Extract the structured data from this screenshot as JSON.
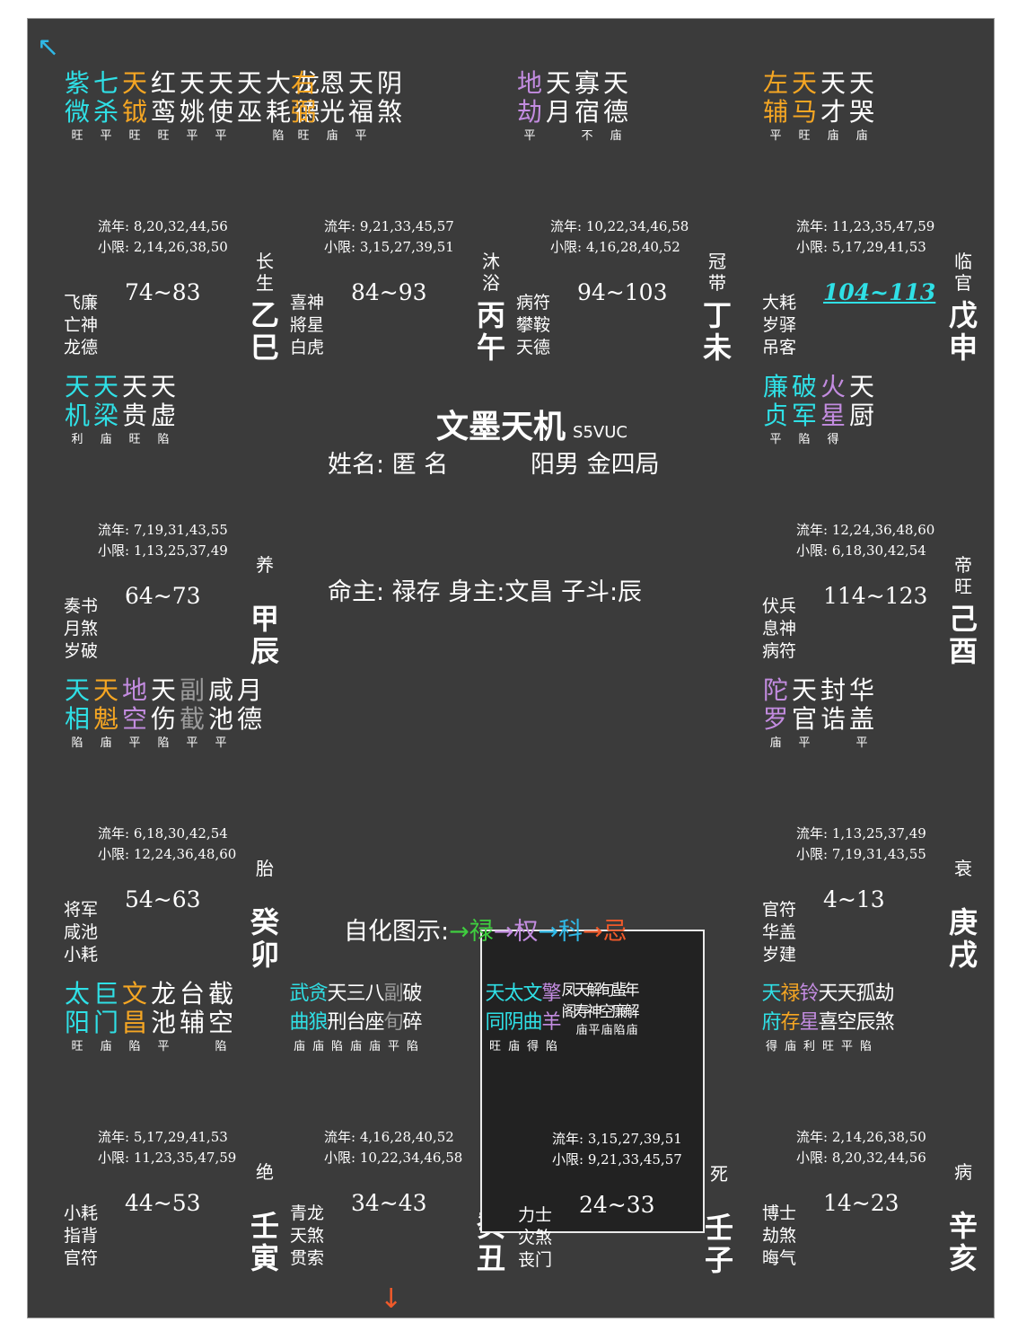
{
  "colors": {
    "background": "#3b3b3b",
    "cyan": "#2fe0e6",
    "orange": "#f5a623",
    "purple": "#c38ce0",
    "yellow": "#f2d13a",
    "gray": "#9b9b9b",
    "white": "#ffffff",
    "lu": "#3fce3f",
    "quan": "#c38ce0",
    "ke": "#2fb8e6",
    "ji": "#f05a2a"
  },
  "center": {
    "title": "文墨天机",
    "code": "S5VUC",
    "name_line": "姓名: 匿 名",
    "gender_line": "阳男 金四局",
    "master_line": "命主: 禄存 身主:文昌 子斗:辰",
    "legend_label": "自化图示:",
    "legend": [
      {
        "text": "→禄",
        "color": "#3fce3f"
      },
      {
        "text": "→权",
        "color": "#c38ce0"
      },
      {
        "text": "→科",
        "color": "#2fb8e6"
      },
      {
        "text": "→忌",
        "color": "#f05a2a"
      }
    ]
  },
  "arrows": {
    "top": "↖",
    "bottom": "↓"
  },
  "palaces": [
    {
      "size": "lg",
      "stars": [
        {
          "n": "紫微",
          "s": "旺",
          "c": "cyan"
        },
        {
          "n": "七杀",
          "s": "平",
          "c": "cyan"
        },
        {
          "n": "天钺",
          "s": "旺",
          "c": "orange"
        },
        {
          "n": "红鸾",
          "s": "旺",
          "c": "white"
        },
        {
          "n": "天姚",
          "s": "平",
          "c": "white"
        },
        {
          "n": "天使",
          "s": "平",
          "c": "white"
        },
        {
          "n": "天巫",
          "s": "",
          "c": "white"
        },
        {
          "n": "大耗",
          "s": "陷",
          "c": "white"
        },
        {
          "n": "龙德",
          "s": "",
          "c": "white"
        }
      ],
      "liunian": "流年: 8,20,32,44,56",
      "xiaoxian": "小限: 2,14,26,38,50",
      "life": "74~83",
      "gods": [
        "飞廉",
        "亡神",
        "龙德"
      ],
      "stage": "长生",
      "ganzhi": "乙巳"
    },
    {
      "size": "lg",
      "stars": [
        {
          "n": "右弼",
          "s": "旺",
          "c": "orange"
        },
        {
          "n": "恩光",
          "s": "庙",
          "c": "white"
        },
        {
          "n": "天福",
          "s": "平",
          "c": "white"
        },
        {
          "n": "阴煞",
          "s": "",
          "c": "white"
        }
      ],
      "liunian": "流年: 9,21,33,45,57",
      "xiaoxian": "小限: 3,15,27,39,51",
      "life": "84~93",
      "gods": [
        "喜神",
        "將星",
        "白虎"
      ],
      "stage": "沐浴",
      "ganzhi": "丙午"
    },
    {
      "size": "lg",
      "stars": [
        {
          "n": "地劫",
          "s": "平",
          "c": "purple"
        },
        {
          "n": "天月",
          "s": "",
          "c": "white"
        },
        {
          "n": "寡宿",
          "s": "不",
          "c": "white"
        },
        {
          "n": "天德",
          "s": "庙",
          "c": "white"
        }
      ],
      "liunian": "流年: 10,22,34,46,58",
      "xiaoxian": "小限: 4,16,28,40,52",
      "life": "94~103",
      "gods": [
        "病符",
        "攀鞍",
        "天德"
      ],
      "stage": "冠带",
      "ganzhi": "丁未"
    },
    {
      "size": "lg",
      "stars": [
        {
          "n": "左辅",
          "s": "平",
          "c": "orange"
        },
        {
          "n": "天马",
          "s": "旺",
          "c": "orange"
        },
        {
          "n": "天才",
          "s": "庙",
          "c": "white"
        },
        {
          "n": "天哭",
          "s": "庙",
          "c": "white"
        }
      ],
      "liunian": "流年: 11,23,35,47,59",
      "xiaoxian": "小限: 5,17,29,41,53",
      "life": "104~113",
      "life_highlight": true,
      "gods": [
        "大耗",
        "岁驿",
        "吊客"
      ],
      "stage": "临官",
      "ganzhi": "戊申"
    },
    {
      "size": "lg",
      "stars": [
        {
          "n": "天机",
          "s": "利",
          "c": "cyan"
        },
        {
          "n": "天梁",
          "s": "庙",
          "c": "cyan"
        },
        {
          "n": "天贵",
          "s": "旺",
          "c": "white"
        },
        {
          "n": "天虚",
          "s": "陷",
          "c": "white"
        }
      ],
      "liunian": "流年: 7,19,31,43,55",
      "xiaoxian": "小限: 1,13,25,37,49",
      "life": "64~73",
      "gods": [
        "奏书",
        "月煞",
        "岁破"
      ],
      "stage": "养",
      "ganzhi": "甲辰"
    },
    {
      "size": "lg",
      "stars": [
        {
          "n": "廉贞",
          "s": "平",
          "c": "cyan"
        },
        {
          "n": "破军",
          "s": "陷",
          "c": "cyan"
        },
        {
          "n": "火星",
          "s": "得",
          "c": "purple"
        },
        {
          "n": "天厨",
          "s": "",
          "c": "white"
        }
      ],
      "liunian": "流年: 12,24,36,48,60",
      "xiaoxian": "小限: 6,18,30,42,54",
      "life": "114~123",
      "gods": [
        "伏兵",
        "息神",
        "病符"
      ],
      "stage": "帝旺",
      "ganzhi": "己酉"
    },
    {
      "size": "lg",
      "stars": [
        {
          "n": "天相",
          "s": "陷",
          "c": "cyan"
        },
        {
          "n": "天魁",
          "s": "庙",
          "c": "orange"
        },
        {
          "n": "地空",
          "s": "平",
          "c": "purple"
        },
        {
          "n": "天伤",
          "s": "陷",
          "c": "white"
        },
        {
          "n": "副截",
          "s": "平",
          "c": "gray"
        },
        {
          "n": "咸池",
          "s": "平",
          "c": "white"
        },
        {
          "n": "月德",
          "s": "",
          "c": "white"
        }
      ],
      "liunian": "流年: 6,18,30,42,54",
      "xiaoxian": "小限: 12,24,36,48,60",
      "life": "54~63",
      "gods": [
        "将军",
        "咸池",
        "小耗"
      ],
      "stage": "胎",
      "ganzhi": "癸卯"
    },
    {
      "size": "lg",
      "stars": [
        {
          "n": "陀罗",
          "s": "庙",
          "c": "purple"
        },
        {
          "n": "天官",
          "s": "平",
          "c": "white"
        },
        {
          "n": "封诰",
          "s": "",
          "c": "white"
        },
        {
          "n": "华盖",
          "s": "平",
          "c": "white"
        }
      ],
      "liunian": "流年: 1,13,25,37,49",
      "xiaoxian": "小限: 7,19,31,43,55",
      "life": "4~13",
      "gods": [
        "官符",
        "华盖",
        "岁建"
      ],
      "stage": "衰",
      "ganzhi": "庚戌"
    },
    {
      "size": "lg",
      "stars": [
        {
          "n": "太阳",
          "s": "旺",
          "c": "cyan"
        },
        {
          "n": "巨门",
          "s": "庙",
          "c": "cyan"
        },
        {
          "n": "文昌",
          "s": "陷",
          "c": "orange"
        },
        {
          "n": "龙池",
          "s": "平",
          "c": "white"
        },
        {
          "n": "台辅",
          "s": "",
          "c": "white"
        },
        {
          "n": "截空",
          "s": "陷",
          "c": "white"
        }
      ],
      "liunian": "流年: 5,17,29,41,53",
      "xiaoxian": "小限: 11,23,35,47,59",
      "life": "44~53",
      "gods": [
        "小耗",
        "指背",
        "官符"
      ],
      "stage": "绝",
      "ganzhi": "壬寅"
    },
    {
      "size": "sm",
      "stars": [
        {
          "n": "武曲",
          "s": "庙",
          "c": "cyan"
        },
        {
          "n": "贪狼",
          "s": "庙",
          "c": "cyan"
        },
        {
          "n": "天刑",
          "s": "陷",
          "c": "white"
        },
        {
          "n": "三台",
          "s": "庙",
          "c": "white"
        },
        {
          "n": "八座",
          "s": "庙",
          "c": "white"
        },
        {
          "n": "副旬",
          "s": "平",
          "c": "gray"
        },
        {
          "n": "破碎",
          "s": "陷",
          "c": "white"
        }
      ],
      "liunian": "流年: 4,16,28,40,52",
      "xiaoxian": "小限: 10,22,34,46,58",
      "life": "34~43",
      "gods": [
        "青龙",
        "天煞",
        "贯索"
      ],
      "stage": "墓",
      "ganzhi": "癸丑"
    },
    {
      "size": "mix",
      "selected": true,
      "stars": [
        {
          "n": "天同",
          "s": "旺",
          "c": "cyan"
        },
        {
          "n": "太阴",
          "s": "庙",
          "c": "cyan"
        },
        {
          "n": "文曲",
          "s": "得",
          "c": "cyan"
        },
        {
          "n": "擎羊",
          "s": "陷",
          "c": "purple"
        }
      ],
      "small_stars": [
        {
          "n": "凤阁",
          "s": "",
          "c": "white"
        },
        {
          "n": "天寿",
          "s": "庙",
          "c": "white"
        },
        {
          "n": "解神",
          "s": "平",
          "c": "white"
        },
        {
          "n": "旬空",
          "s": "庙",
          "c": "white"
        },
        {
          "n": "蜚廉",
          "s": "陷",
          "c": "white"
        },
        {
          "n": "年解",
          "s": "庙",
          "c": "white"
        }
      ],
      "liunian": "流年: 3,15,27,39,51",
      "xiaoxian": "小限: 9,21,33,45,57",
      "life": "24~33",
      "gods": [
        "力士",
        "灾煞",
        "丧门"
      ],
      "stage": "死",
      "ganzhi": "壬子"
    },
    {
      "size": "sm",
      "stars": [
        {
          "n": "天府",
          "s": "得",
          "c": "cyan"
        },
        {
          "n": "禄存",
          "s": "庙",
          "c": "orange"
        },
        {
          "n": "铃星",
          "s": "利",
          "c": "purple"
        },
        {
          "n": "天喜",
          "s": "旺",
          "c": "white"
        },
        {
          "n": "天空",
          "s": "平",
          "c": "white"
        },
        {
          "n": "孤辰",
          "s": "陷",
          "c": "white"
        },
        {
          "n": "劫煞",
          "s": "",
          "c": "white"
        }
      ],
      "liunian": "流年: 2,14,26,38,50",
      "xiaoxian": "小限: 8,20,32,44,56",
      "life": "14~23",
      "gods": [
        "博士",
        "劫煞",
        "晦气"
      ],
      "stage": "病",
      "ganzhi": "辛亥"
    }
  ]
}
